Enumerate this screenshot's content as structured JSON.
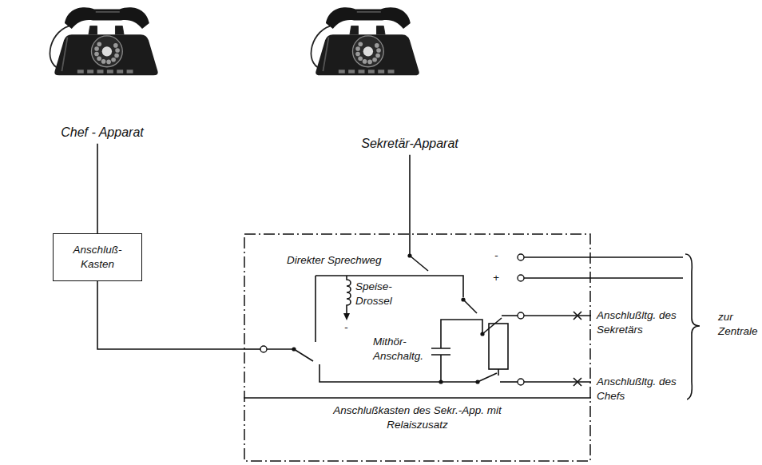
{
  "diagram": {
    "nodes": [
      {
        "text": [
          "Chef - Apparat"
        ]
      },
      {
        "text": [
          "Sekretär-Apparat"
        ]
      },
      {
        "text": [
          "Anschluß- Kasten"
        ]
      },
      {
        "text": [
          "Anschlußkasten des Sekr.-App. mit Relaiszusatz"
        ]
      }
    ],
    "edges": [
      {
        "from": 0,
        "to": 2,
        "arrow": "none"
      },
      {
        "from": 2,
        "to": 3,
        "arrow": "none"
      },
      {
        "from": 1,
        "to": 3,
        "arrow": "none"
      }
    ],
    "labels": [
      "Direkter Sprechweg",
      "Speise- Drossel",
      "-",
      "Mithör- Anschaltg.",
      "-",
      "+",
      "Anschlußltg. des Sekretärs",
      "Anschlußltg. des Chefs",
      "zur Zentrale"
    ]
  }
}
